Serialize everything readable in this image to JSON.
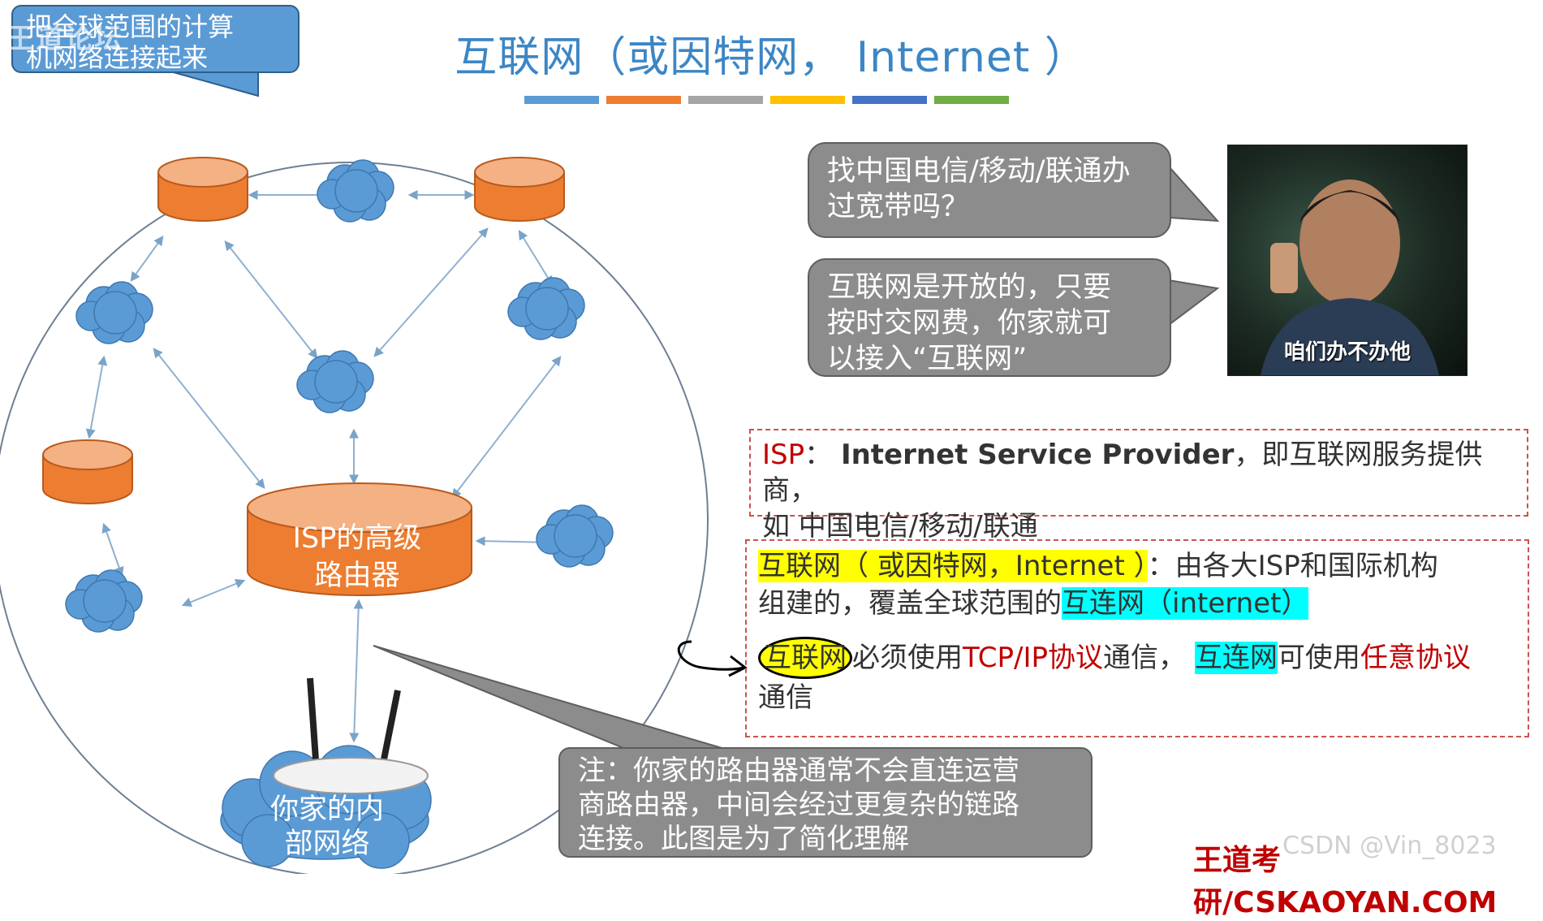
{
  "title": "互联网（或因特网， Internet ）",
  "color_bars": [
    "#5b9bd5",
    "#ed7d31",
    "#a5a5a5",
    "#ffc000",
    "#4472c4",
    "#70ad47"
  ],
  "callout_top": {
    "line1": "把全球范围的计算",
    "line2": "机网络连接起来",
    "watermark": "王道论坛"
  },
  "diagram": {
    "router_line1": "ISP的高级",
    "router_line2": "路由器",
    "home_line1": "你家的内",
    "home_line2": "部网络"
  },
  "bubble_1": {
    "line1": "找中国电信/移动/联通办",
    "line2": "过宽带吗？"
  },
  "bubble_2": {
    "line1": "互联网是开放的，只要",
    "line2": "按时交网费，你家就可",
    "line3": "以接入“互联网”"
  },
  "photo_caption": "咱们办不办他",
  "isp_box": {
    "term": "ISP",
    "colon": "：",
    "full_name": "Internet Service Provider",
    "rest_line1": "，即互联网服务提供商，",
    "line2": "如 中国电信/移动/联通"
  },
  "def_box": {
    "term_internet": "互联网（ 或因特网，Internet ）",
    "colon_text": "：由各大ISP和国际机构",
    "line2_prefix": "组建的，覆盖全球范围的",
    "term_internetwork": "互连网（internet）",
    "line3_circled": "互联网",
    "line3_a": "必须使用",
    "line3_protocol": "TCP/IP协议",
    "line3_b": "通信，",
    "line3_hl": "互连网",
    "line3_c": "可使用",
    "line3_any": "任意协议",
    "line4": "通信"
  },
  "note": {
    "line1": "注：你家的路由器通常不会直连运营",
    "line2": "商路由器，中间会经过更复杂的链路",
    "line3": "连接。此图是为了简化理解"
  },
  "footer": {
    "brand": "王道考研/CSKAOYAN.COM",
    "faint_overlay": "CSDN @Vin_8023"
  }
}
